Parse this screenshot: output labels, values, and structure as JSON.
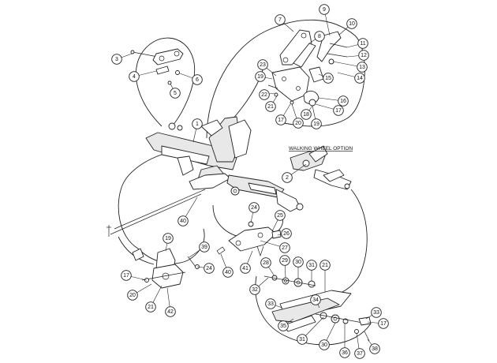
{
  "diagram": {
    "caption": "WALKING WHEEL OPTION",
    "callouts": [
      {
        "id": "c3",
        "label": "3"
      },
      {
        "id": "c4",
        "label": "4"
      },
      {
        "id": "c5",
        "label": "5"
      },
      {
        "id": "c6",
        "label": "6"
      },
      {
        "id": "c1",
        "label": "1"
      },
      {
        "id": "c7",
        "label": "7"
      },
      {
        "id": "c8",
        "label": "8"
      },
      {
        "id": "c9",
        "label": "9"
      },
      {
        "id": "c10",
        "label": "10"
      },
      {
        "id": "c11",
        "label": "11"
      },
      {
        "id": "c12",
        "label": "12"
      },
      {
        "id": "c13",
        "label": "13"
      },
      {
        "id": "c14",
        "label": "14"
      },
      {
        "id": "c15",
        "label": "15"
      },
      {
        "id": "c16",
        "label": "16"
      },
      {
        "id": "c17a",
        "label": "17"
      },
      {
        "id": "c18",
        "label": "18"
      },
      {
        "id": "c19a",
        "label": "19"
      },
      {
        "id": "c19b",
        "label": "19"
      },
      {
        "id": "c20a",
        "label": "20"
      },
      {
        "id": "c21a",
        "label": "21"
      },
      {
        "id": "c22",
        "label": "22"
      },
      {
        "id": "c23",
        "label": "23"
      },
      {
        "id": "c17b",
        "label": "17"
      },
      {
        "id": "c2",
        "label": "2"
      },
      {
        "id": "c24a",
        "label": "24"
      },
      {
        "id": "c25",
        "label": "25"
      },
      {
        "id": "c26",
        "label": "26"
      },
      {
        "id": "c27",
        "label": "27"
      },
      {
        "id": "c40a",
        "label": "40"
      },
      {
        "id": "c41",
        "label": "41"
      },
      {
        "id": "c40b",
        "label": "40"
      },
      {
        "id": "c19c",
        "label": "19"
      },
      {
        "id": "c39",
        "label": "39"
      },
      {
        "id": "c24b",
        "label": "24"
      },
      {
        "id": "c17c",
        "label": "17"
      },
      {
        "id": "c20b",
        "label": "20"
      },
      {
        "id": "c21b",
        "label": "21"
      },
      {
        "id": "c42",
        "label": "42"
      },
      {
        "id": "c28",
        "label": "28"
      },
      {
        "id": "c29",
        "label": "29"
      },
      {
        "id": "c30a",
        "label": "30"
      },
      {
        "id": "c31a",
        "label": "31"
      },
      {
        "id": "c21c",
        "label": "21"
      },
      {
        "id": "c32",
        "label": "32"
      },
      {
        "id": "c33a",
        "label": "33"
      },
      {
        "id": "c34",
        "label": "34"
      },
      {
        "id": "c33b",
        "label": "33"
      },
      {
        "id": "c17d",
        "label": "17"
      },
      {
        "id": "c35",
        "label": "35"
      },
      {
        "id": "c31b",
        "label": "31"
      },
      {
        "id": "c30b",
        "label": "30"
      },
      {
        "id": "c36",
        "label": "36"
      },
      {
        "id": "c37",
        "label": "37"
      },
      {
        "id": "c38",
        "label": "38"
      }
    ]
  }
}
